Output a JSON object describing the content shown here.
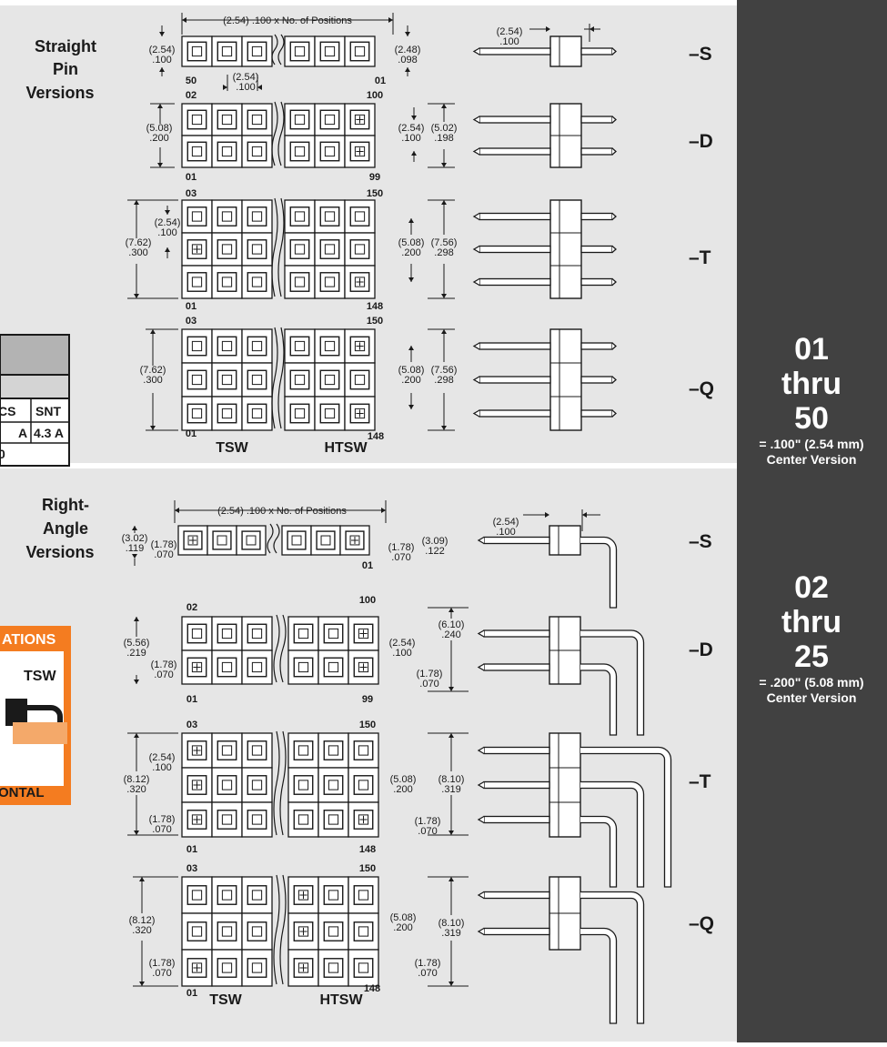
{
  "sections": {
    "straight": {
      "title_lines": [
        "Straight",
        "Pin",
        "Versions"
      ],
      "rows": [
        {
          "suffix": "–S",
          "top_left": "50",
          "top_right": "01",
          "bottom_left": "",
          "bottom_right": ""
        },
        {
          "suffix": "–D",
          "top_left": "02",
          "top_right": "100",
          "bottom_left": "01",
          "bottom_right": "99"
        },
        {
          "suffix": "–T",
          "top_left": "03",
          "top_right": "150",
          "bottom_left": "01",
          "bottom_right": "148"
        },
        {
          "suffix": "–Q",
          "top_left": "03",
          "top_right": "150",
          "bottom_left": "01",
          "bottom_right": "148"
        }
      ],
      "dims": {
        "positions": "(2.54) .100 x No. of Positions",
        "s_left": [
          "(2.54)",
          ".100"
        ],
        "s_right": [
          "(2.48)",
          ".098"
        ],
        "s_pitch": [
          "(2.54)",
          ".100"
        ],
        "side_pitch": [
          "(2.54)",
          ".100"
        ],
        "d_left": [
          "(5.08)",
          ".200"
        ],
        "d_right_a": [
          "(2.54)",
          ".100"
        ],
        "d_right_b": [
          "(5.02)",
          ".198"
        ],
        "t_left_a": [
          "(7.62)",
          ".300"
        ],
        "t_left_b": [
          "(2.54)",
          ".100"
        ],
        "t_right_a": [
          "(5.08)",
          ".200"
        ],
        "t_right_b": [
          "(7.56)",
          ".298"
        ],
        "q_left": [
          "(7.62)",
          ".300"
        ],
        "q_right_a": [
          "(5.08)",
          ".200"
        ],
        "q_right_b": [
          "(7.56)",
          ".298"
        ]
      },
      "labels": {
        "tsw": "TSW",
        "htsw": "HTSW",
        "htsw_num": "148"
      }
    },
    "right_angle": {
      "title_lines": [
        "Right-",
        "Angle",
        "Versions"
      ],
      "rows": [
        {
          "suffix": "–S",
          "top_left": "",
          "top_right": "",
          "bottom_left": "",
          "bottom_right": "01"
        },
        {
          "suffix": "–D",
          "top_left": "02",
          "top_right": "100",
          "bottom_left": "01",
          "bottom_right": "99"
        },
        {
          "suffix": "–T",
          "top_left": "03",
          "top_right": "150",
          "bottom_left": "01",
          "bottom_right": "148"
        },
        {
          "suffix": "–Q",
          "top_left": "03",
          "top_right": "150",
          "bottom_left": "01",
          "bottom_right": ""
        }
      ],
      "dims": {
        "positions": "(2.54) .100 x No. of Positions",
        "side_pitch": [
          "(2.54)",
          ".100"
        ],
        "s_left_a": [
          "(3.02)",
          ".119"
        ],
        "s_left_b": [
          "(1.78)",
          ".070"
        ],
        "s_right_a": [
          "(1.78)",
          ".070"
        ],
        "s_right_b": [
          "(3.09)",
          ".122"
        ],
        "d_left_a": [
          "(5.56)",
          ".219"
        ],
        "d_left_b": [
          "(1.78)",
          ".070"
        ],
        "d_right_a": [
          "(2.54)",
          ".100"
        ],
        "d_right_b": [
          "(6.10)",
          ".240"
        ],
        "d_right_c": [
          "(1.78)",
          ".070"
        ],
        "t_left_a": [
          "(2.54)",
          ".100"
        ],
        "t_left_b": [
          "(8.12)",
          ".320"
        ],
        "t_left_c": [
          "(1.78)",
          ".070"
        ],
        "t_right_a": [
          "(5.08)",
          ".200"
        ],
        "t_right_b": [
          "(8.10)",
          ".319"
        ],
        "t_right_c": [
          "(1.78)",
          ".070"
        ],
        "q_left_a": [
          "(8.12)",
          ".320"
        ],
        "q_left_b": [
          "(1.78)",
          ".070"
        ],
        "q_right_a": [
          "(5.08)",
          ".200"
        ],
        "q_right_b": [
          "(8.10)",
          ".319"
        ],
        "q_right_c": [
          "(1.78)",
          ".070"
        ]
      },
      "labels": {
        "tsw": "TSW",
        "htsw": "HTSW",
        "htsw_num": "148"
      }
    }
  },
  "sidebar": {
    "block1": {
      "line1": "01",
      "line2": "thru",
      "line3": "50",
      "note1": "= .100\" (2.54 mm)",
      "note2": "Center Version"
    },
    "block2": {
      "line1": "02",
      "line2": "thru",
      "line3": "25",
      "note1": "= .200\" (5.08 mm)",
      "note2": "Center Version"
    }
  },
  "left_fragments": {
    "table_cells": [
      "CS",
      "SNT",
      "A",
      "4.3 A",
      "0"
    ],
    "badge_title": "ATIONS",
    "badge_label": "TSW",
    "badge_bottom": "ONTAL"
  },
  "colors": {
    "panel_bg": "#e6e6e6",
    "sidebar_bg": "#414141",
    "badge_orange": "#f47c20",
    "badge_tab": "#f4a96a",
    "ink": "#1a1a1a"
  }
}
